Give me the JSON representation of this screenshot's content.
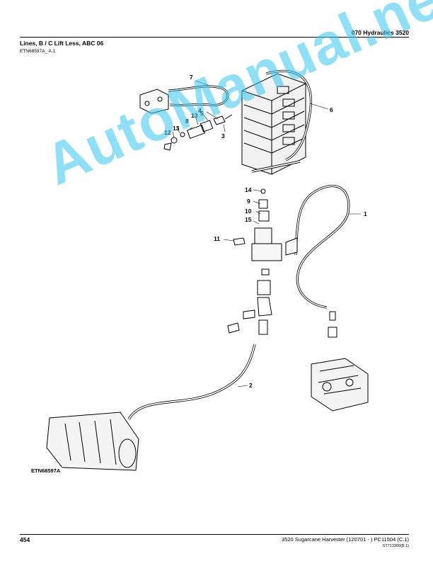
{
  "header": {
    "section": "070 Hydraulics  3520",
    "title": "Lines, B / C Lift Less, ABC 06",
    "figure_ref": "ETN68597A_ A.1"
  },
  "callouts": {
    "c1": "1",
    "c2": "2",
    "c3": "3",
    "c4": "4",
    "c5": "5",
    "c6": "6",
    "c7": "7",
    "c8": "8",
    "c9": "9",
    "c10": "10",
    "c11": "11",
    "c12": "12",
    "c13a": "13",
    "c13b": "13",
    "c14": "14",
    "c15": "15"
  },
  "figure_label": "ETN68597A",
  "footer": {
    "page_number": "454",
    "text": "3520 Sugarcane Harvester (120701 - )    PC11504    (C.1)",
    "code": "ST713300(B.1)"
  },
  "watermark": "AutoManual.net"
}
